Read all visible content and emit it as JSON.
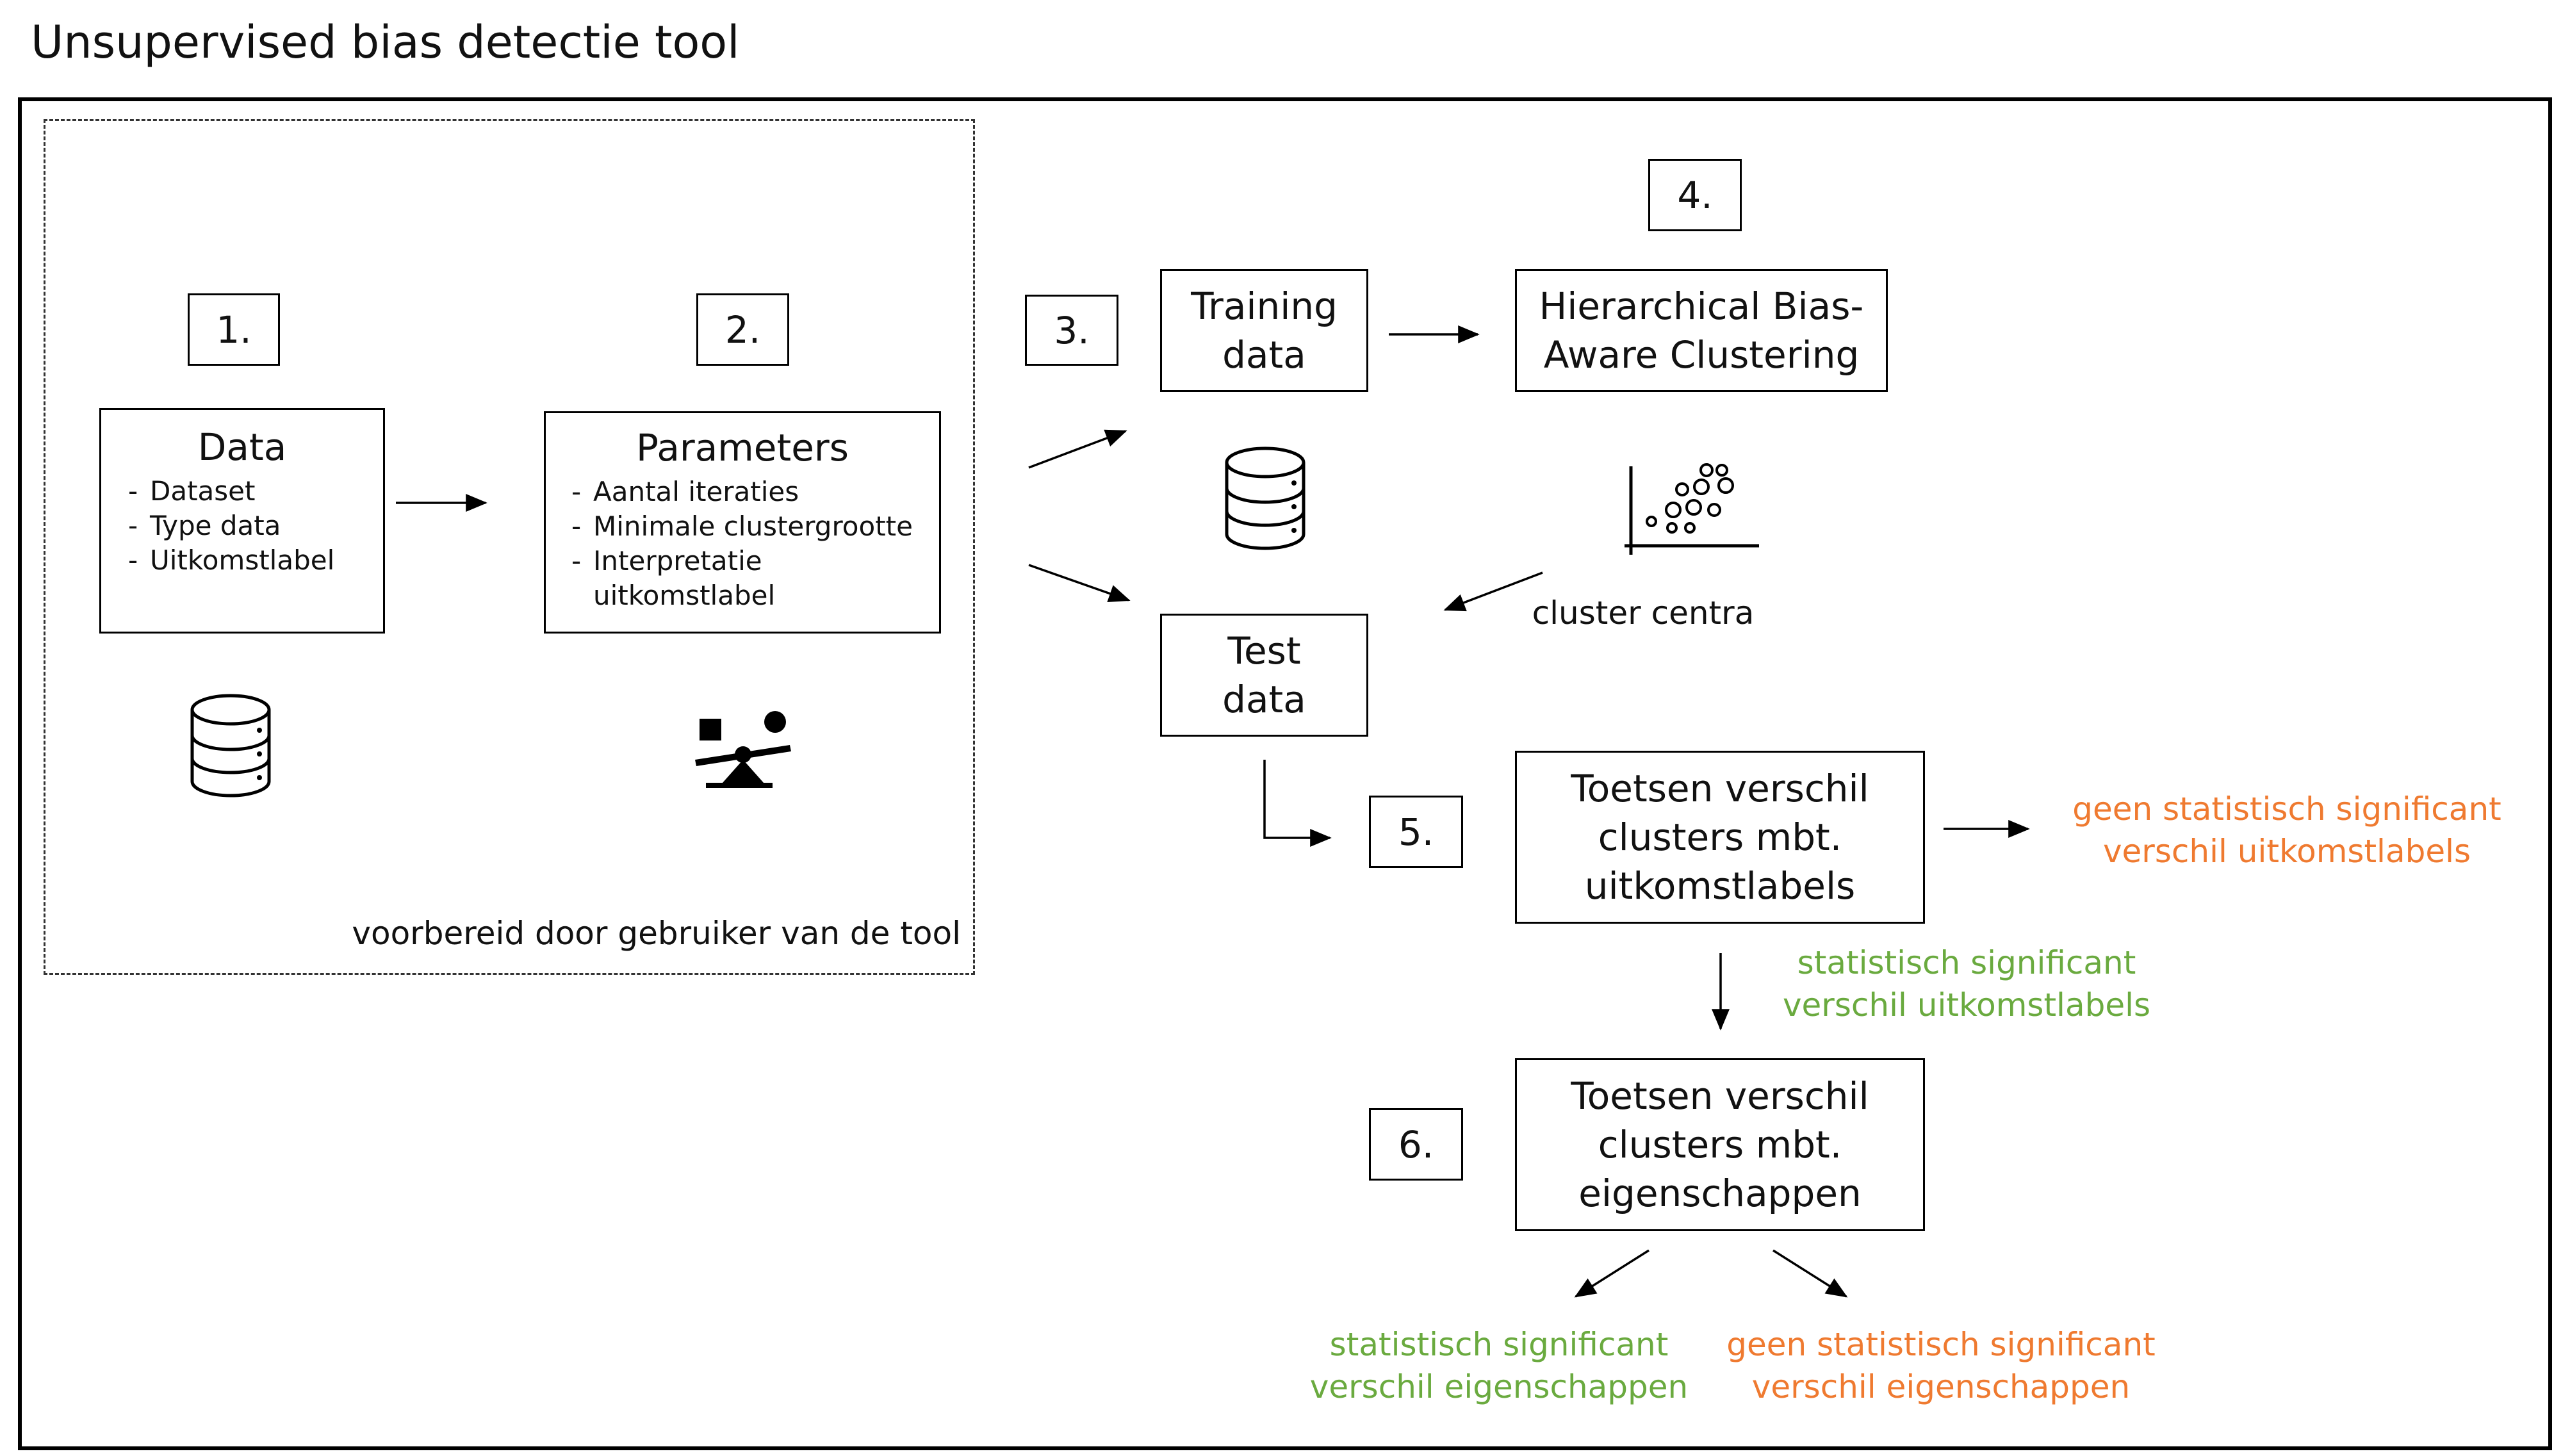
{
  "title": "Unsupervised bias detectie tool",
  "steps": {
    "s1": "1.",
    "s2": "2.",
    "s3": "3.",
    "s4": "4.",
    "s5": "5.",
    "s6": "6."
  },
  "data_box": {
    "title": "Data",
    "items": [
      "Dataset",
      "Type data",
      "Uitkomstlabel"
    ]
  },
  "params_box": {
    "title": "Parameters",
    "items": [
      "Aantal iteraties",
      "Minimale clustergrootte",
      "Interpretatie uitkomstlabel"
    ]
  },
  "training_box": {
    "line1": "Training",
    "line2": "data"
  },
  "test_box": {
    "line1": "Test",
    "line2": "data"
  },
  "clustering_box": {
    "line1": "Hierarchical Bias-",
    "line2": "Aware Clustering"
  },
  "test_labels_box": {
    "line1": "Toetsen verschil",
    "line2": "clusters mbt.",
    "line3": "uitkomstlabels"
  },
  "test_props_box": {
    "line1": "Toetsen verschil",
    "line2": "clusters mbt.",
    "line3": "eigenschappen"
  },
  "cluster_centra": "cluster centra",
  "prep_note": "voorbereid door gebruiker van de tool",
  "outcomes": {
    "no_sig_labels": {
      "line1": "geen statistisch significant",
      "line2": "verschil uitkomstlabels"
    },
    "sig_labels": {
      "line1": "statistisch significant",
      "line2": "verschil uitkomstlabels"
    },
    "sig_props": {
      "line1": "statistisch significant",
      "line2": "verschil eigenschappen"
    },
    "no_sig_props": {
      "line1": "geen statistisch significant",
      "line2": "verschil eigenschappen"
    }
  },
  "colors": {
    "significant": "#6aaa3f",
    "not_significant": "#ef7a30",
    "border": "#000000"
  },
  "icons": [
    "database-icon",
    "database-icon",
    "balance-scale-icon",
    "scatter-plot-icon"
  ]
}
